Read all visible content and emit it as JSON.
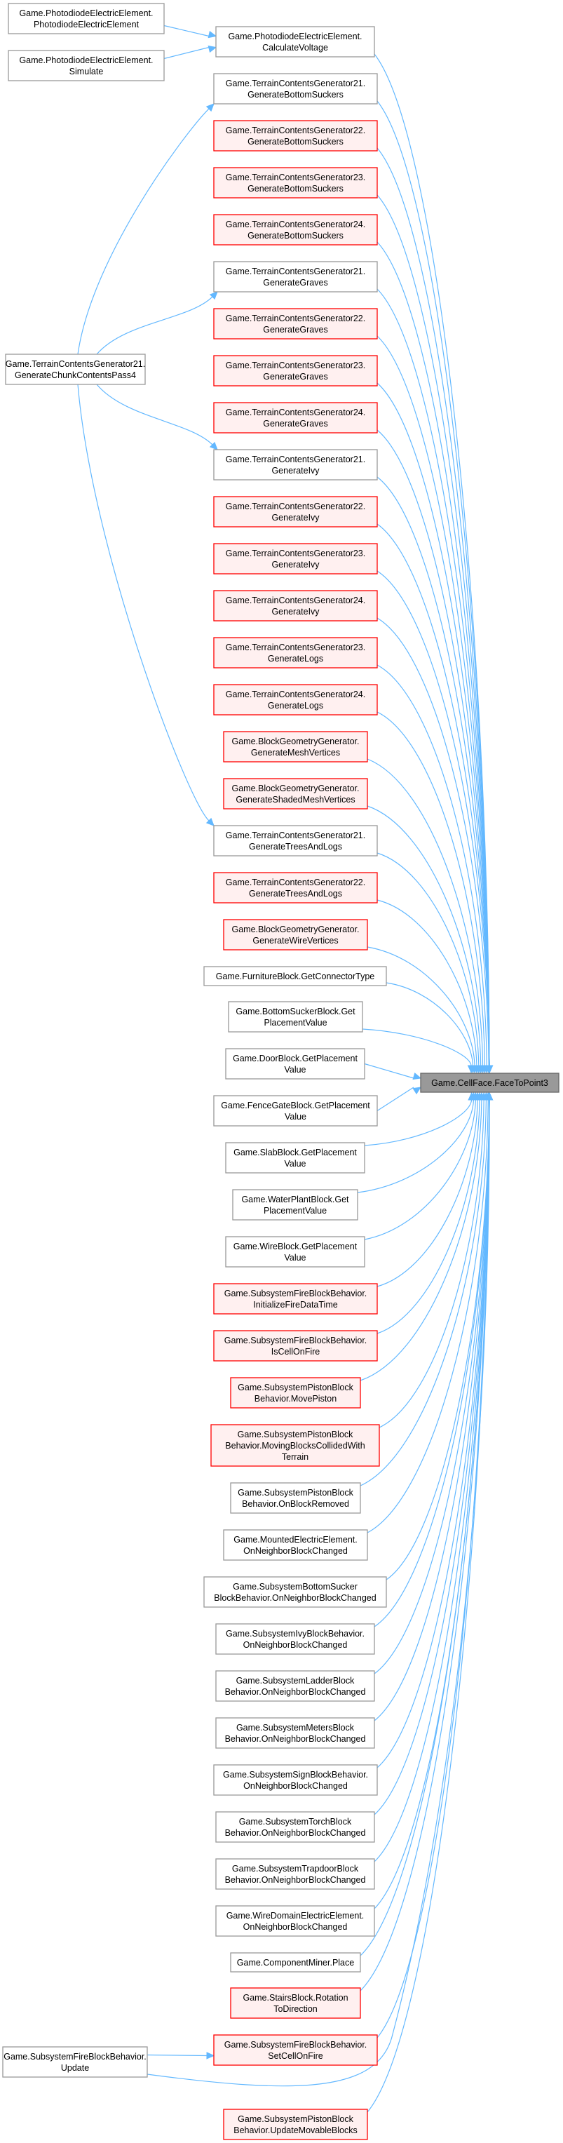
{
  "colors": {
    "edge": "#63b8ff",
    "normal_fill": "#ffffff",
    "normal_border": "#999999",
    "red_fill": "#fff0f0",
    "red_border": "#ff0000",
    "target_fill": "#999999",
    "target_border": "#666666"
  },
  "target": {
    "lines": [
      "Game.CellFace.FaceToPoint3"
    ]
  },
  "callers": [
    {
      "lines": [
        "Game.PhotodiodeElectricElement.",
        "CalculateVoltage"
      ],
      "style": "normal"
    },
    {
      "lines": [
        "Game.TerrainContentsGenerator21.",
        "GenerateBottomSuckers"
      ],
      "style": "normal"
    },
    {
      "lines": [
        "Game.TerrainContentsGenerator22.",
        "GenerateBottomSuckers"
      ],
      "style": "red"
    },
    {
      "lines": [
        "Game.TerrainContentsGenerator23.",
        "GenerateBottomSuckers"
      ],
      "style": "red"
    },
    {
      "lines": [
        "Game.TerrainContentsGenerator24.",
        "GenerateBottomSuckers"
      ],
      "style": "red"
    },
    {
      "lines": [
        "Game.TerrainContentsGenerator21.",
        "GenerateGraves"
      ],
      "style": "normal"
    },
    {
      "lines": [
        "Game.TerrainContentsGenerator22.",
        "GenerateGraves"
      ],
      "style": "red"
    },
    {
      "lines": [
        "Game.TerrainContentsGenerator23.",
        "GenerateGraves"
      ],
      "style": "red"
    },
    {
      "lines": [
        "Game.TerrainContentsGenerator24.",
        "GenerateGraves"
      ],
      "style": "red"
    },
    {
      "lines": [
        "Game.TerrainContentsGenerator21.",
        "GenerateIvy"
      ],
      "style": "normal"
    },
    {
      "lines": [
        "Game.TerrainContentsGenerator22.",
        "GenerateIvy"
      ],
      "style": "red"
    },
    {
      "lines": [
        "Game.TerrainContentsGenerator23.",
        "GenerateIvy"
      ],
      "style": "red"
    },
    {
      "lines": [
        "Game.TerrainContentsGenerator24.",
        "GenerateIvy"
      ],
      "style": "red"
    },
    {
      "lines": [
        "Game.TerrainContentsGenerator23.",
        "GenerateLogs"
      ],
      "style": "red"
    },
    {
      "lines": [
        "Game.TerrainContentsGenerator24.",
        "GenerateLogs"
      ],
      "style": "red"
    },
    {
      "lines": [
        "Game.BlockGeometryGenerator.",
        "GenerateMeshVertices"
      ],
      "style": "red"
    },
    {
      "lines": [
        "Game.BlockGeometryGenerator.",
        "GenerateShadedMeshVertices"
      ],
      "style": "red"
    },
    {
      "lines": [
        "Game.TerrainContentsGenerator21.",
        "GenerateTreesAndLogs"
      ],
      "style": "normal"
    },
    {
      "lines": [
        "Game.TerrainContentsGenerator22.",
        "GenerateTreesAndLogs"
      ],
      "style": "red"
    },
    {
      "lines": [
        "Game.BlockGeometryGenerator.",
        "GenerateWireVertices"
      ],
      "style": "red"
    },
    {
      "lines": [
        "Game.FurnitureBlock.GetConnectorType"
      ],
      "style": "normal"
    },
    {
      "lines": [
        "Game.BottomSuckerBlock.Get",
        "PlacementValue"
      ],
      "style": "normal"
    },
    {
      "lines": [
        "Game.DoorBlock.GetPlacement",
        "Value"
      ],
      "style": "normal"
    },
    {
      "lines": [
        "Game.FenceGateBlock.GetPlacement",
        "Value"
      ],
      "style": "normal"
    },
    {
      "lines": [
        "Game.SlabBlock.GetPlacement",
        "Value"
      ],
      "style": "normal"
    },
    {
      "lines": [
        "Game.WaterPlantBlock.Get",
        "PlacementValue"
      ],
      "style": "normal"
    },
    {
      "lines": [
        "Game.WireBlock.GetPlacement",
        "Value"
      ],
      "style": "normal"
    },
    {
      "lines": [
        "Game.SubsystemFireBlockBehavior.",
        "InitializeFireDataTime"
      ],
      "style": "red"
    },
    {
      "lines": [
        "Game.SubsystemFireBlockBehavior.",
        "IsCellOnFire"
      ],
      "style": "red"
    },
    {
      "lines": [
        "Game.SubsystemPistonBlock",
        "Behavior.MovePiston"
      ],
      "style": "red"
    },
    {
      "lines": [
        "Game.SubsystemPistonBlock",
        "Behavior.MovingBlocksCollidedWith",
        "Terrain"
      ],
      "style": "red"
    },
    {
      "lines": [
        "Game.SubsystemPistonBlock",
        "Behavior.OnBlockRemoved"
      ],
      "style": "normal"
    },
    {
      "lines": [
        "Game.MountedElectricElement.",
        "OnNeighborBlockChanged"
      ],
      "style": "normal"
    },
    {
      "lines": [
        "Game.SubsystemBottomSucker",
        "BlockBehavior.OnNeighborBlockChanged"
      ],
      "style": "normal"
    },
    {
      "lines": [
        "Game.SubsystemIvyBlockBehavior.",
        "OnNeighborBlockChanged"
      ],
      "style": "normal"
    },
    {
      "lines": [
        "Game.SubsystemLadderBlock",
        "Behavior.OnNeighborBlockChanged"
      ],
      "style": "normal"
    },
    {
      "lines": [
        "Game.SubsystemMetersBlock",
        "Behavior.OnNeighborBlockChanged"
      ],
      "style": "normal"
    },
    {
      "lines": [
        "Game.SubsystemSignBlockBehavior.",
        "OnNeighborBlockChanged"
      ],
      "style": "normal"
    },
    {
      "lines": [
        "Game.SubsystemTorchBlock",
        "Behavior.OnNeighborBlockChanged"
      ],
      "style": "normal"
    },
    {
      "lines": [
        "Game.SubsystemTrapdoorBlock",
        "Behavior.OnNeighborBlockChanged"
      ],
      "style": "normal"
    },
    {
      "lines": [
        "Game.WireDomainElectricElement.",
        "OnNeighborBlockChanged"
      ],
      "style": "normal"
    },
    {
      "lines": [
        "Game.ComponentMiner.Place"
      ],
      "style": "normal"
    },
    {
      "lines": [
        "Game.StairsBlock.Rotation",
        "ToDirection"
      ],
      "style": "red"
    },
    {
      "lines": [
        "Game.SubsystemFireBlockBehavior.",
        "SetCellOnFire"
      ],
      "style": "red"
    },
    {
      "lines": [
        "Game.SubsystemPistonBlock",
        "Behavior.UpdateMovableBlocks"
      ],
      "style": "red"
    }
  ],
  "second_level": [
    {
      "lines": [
        "Game.PhotodiodeElectricElement.",
        "PhotodiodeElectricElement"
      ],
      "style": "normal",
      "calls": [
        0
      ]
    },
    {
      "lines": [
        "Game.PhotodiodeElectricElement.",
        "Simulate"
      ],
      "style": "normal",
      "calls": [
        0
      ]
    },
    {
      "lines": [
        "Game.TerrainContentsGenerator21.",
        "GenerateChunkContentsPass4"
      ],
      "style": "normal",
      "calls": [
        1,
        5,
        9,
        17
      ]
    },
    {
      "lines": [
        "Game.SubsystemFireBlockBehavior.",
        "Update"
      ],
      "style": "normal",
      "calls": [
        43,
        "target"
      ]
    }
  ]
}
